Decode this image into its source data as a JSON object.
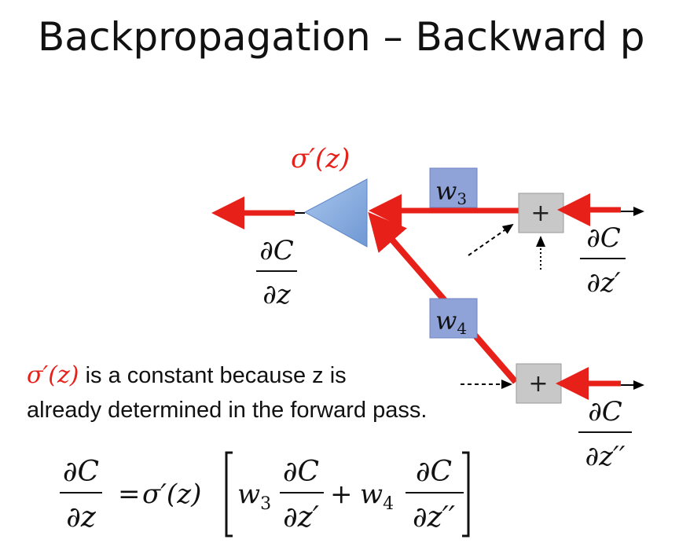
{
  "title": "Backpropagation – Backward p",
  "sigma_label": "σ′(z)",
  "weights": {
    "w3": "w",
    "w3_sub": "3",
    "w4": "w",
    "w4_sub": "4"
  },
  "plus": "+",
  "partial": {
    "num": "∂C",
    "den_z": "∂z",
    "den_zp": "∂z′",
    "den_zpp": "∂z′′"
  },
  "note": {
    "sigma": "σ′(z)",
    "line1_rest": " is a constant because z is",
    "line2": "already determined in the forward pass."
  },
  "equation": {
    "eq": "=",
    "sigma": "σ′(z)",
    "plus": "+"
  },
  "colors": {
    "red": "#e8201a",
    "weight_box": "#8fa3d9",
    "triangle": "#8fb3e3",
    "plus_box": "#c8c8c8"
  }
}
